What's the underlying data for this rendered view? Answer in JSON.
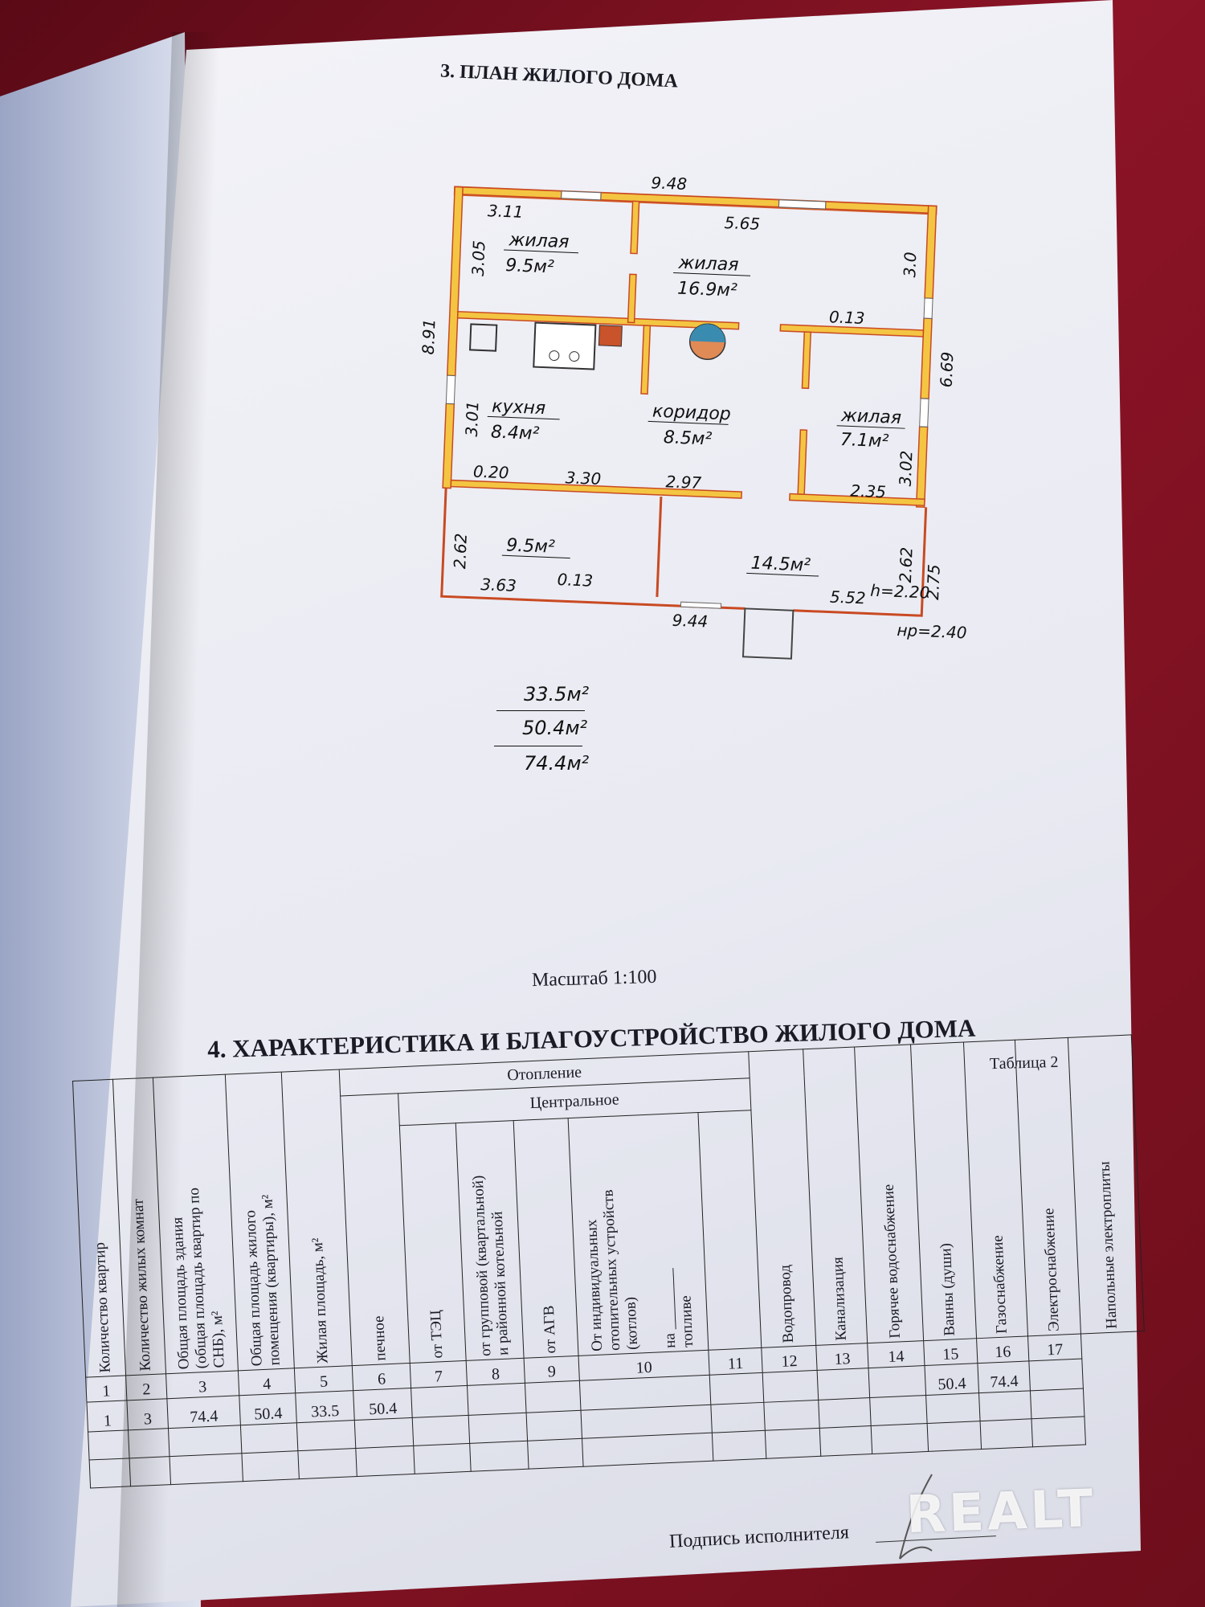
{
  "plan_section": {
    "title": "3. ПЛАН ЖИЛОГО ДОМА",
    "scale": "Масштаб  1:100",
    "rooms": {
      "living1": {
        "name": "жилая",
        "area": "9.5м²"
      },
      "living2": {
        "name": "жилая",
        "area": "16.9м²"
      },
      "kitchen": {
        "name": "кухня",
        "area": "8.4м²"
      },
      "corridor": {
        "name": "коридор",
        "area": "8.5м²"
      },
      "living3": {
        "name": "жилая",
        "area": "7.1м²"
      },
      "room_sw": {
        "area": "9.5м²"
      },
      "room_se": {
        "area": "14.5м²"
      }
    },
    "dimensions": {
      "top_total": "9.48",
      "d311": "3.11",
      "d565": "5.65",
      "d305": "3.05",
      "d30": "3.0",
      "d891": "8.91",
      "d013a": "0.13",
      "d669": "6.69",
      "d301": "3.01",
      "d302": "3.02",
      "d020": "0.20",
      "d330": "3.30",
      "d297": "2.97",
      "d235": "2.35",
      "d262a": "2.62",
      "d262b": "2.62",
      "d275": "2.75",
      "d363": "3.63",
      "d013b": "0.13",
      "d552": "5.52",
      "h": "h=2.20",
      "bottom_total": "9.44",
      "hp": "нр=2.40"
    },
    "summary": {
      "living": "33.5м²",
      "useful": "50.4м²",
      "total": "74.4м²"
    }
  },
  "char_section": {
    "title": "4. ХАРАКТЕРИСТИКА И БЛАГОУСТРОЙСТВО ЖИЛОГО ДОМА",
    "table_label": "Таблица 2",
    "group_heating": "Отопление",
    "group_central": "Центральное",
    "columns": [
      "Количество квартир",
      "Количество жилых комнат",
      "Общая площадь здания\n(общая площадь квартир по\nСНБ), м²",
      "Общая площадь жилого\nпомещения (квартиры), м²",
      "Жилая площадь, м²",
      "печное",
      "от ТЭЦ",
      "от групповой (квартальной)\nи районной котельной",
      "от АГВ",
      "От индивидуальных\nотопительных устройств\n(котлов)",
      "на ________\nтопливе",
      "Водопровод",
      "Канализация",
      "Горячее водоснабжение",
      "Ванны (души)",
      "Газоснабжение",
      "Электроснабжение",
      "Напольные электроплиты"
    ],
    "col_numbers": [
      "1",
      "2",
      "3",
      "4",
      "5",
      "6",
      "7",
      "8",
      "9",
      "10",
      "11",
      "12",
      "13",
      "14",
      "15",
      "16",
      "17"
    ],
    "data_row": [
      "1",
      "3",
      "74.4",
      "50.4",
      "33.5",
      "50.4",
      "",
      "",
      "",
      "",
      "",
      "",
      "",
      "",
      "50.4",
      "74.4",
      ""
    ],
    "signature_label": "Подпись исполнителя"
  },
  "watermark": "REALT"
}
